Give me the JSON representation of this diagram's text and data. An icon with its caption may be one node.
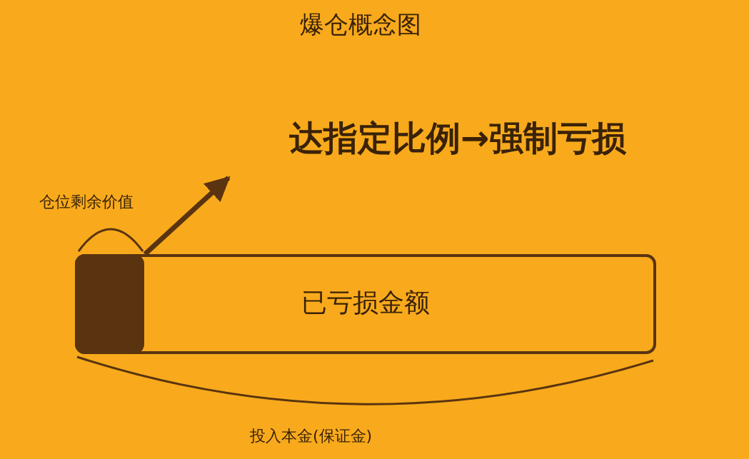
{
  "diagram": {
    "title": "爆仓概念图",
    "nodes": [
      {
        "text": [
          "已亏损金额"
        ]
      },
      {
        "text": [],
        "shape": "bar",
        "in": 0
      },
      {
        "text": [
          "达指定比例→强制亏损"
        ]
      }
    ],
    "edges": [
      {
        "from": 1,
        "to": 2,
        "arrow": "to"
      }
    ],
    "labels": [
      "仓位剩余价值",
      "投入本金(保证金)"
    ]
  }
}
